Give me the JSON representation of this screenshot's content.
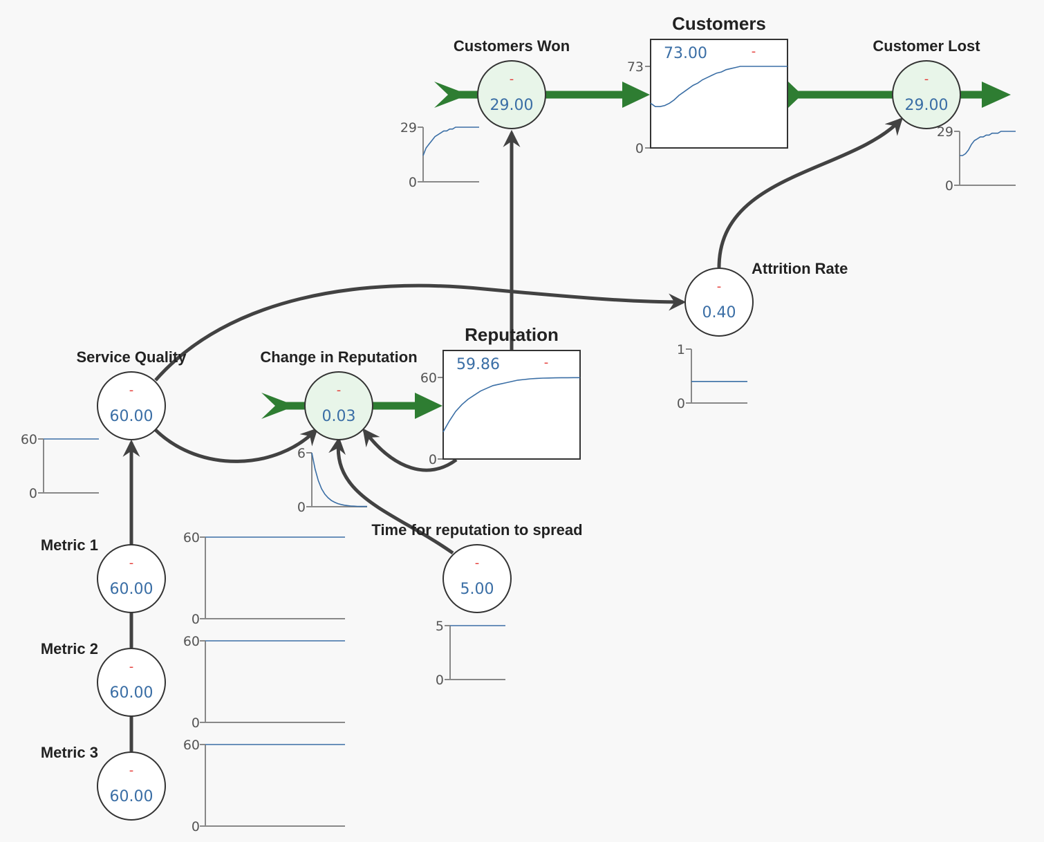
{
  "colors": {
    "flow": "#2e7d32",
    "link": "#424242",
    "series": "#3a6ea5",
    "dash": "#e53935",
    "flow_fill": "#e8f5e9"
  },
  "nodes": {
    "customers_won": {
      "label": "Customers Won",
      "value": "29.00",
      "status": "-"
    },
    "customers": {
      "label": "Customers",
      "value": "73.00",
      "status": "-"
    },
    "customer_lost": {
      "label": "Customer Lost",
      "value": "29.00",
      "status": "-"
    },
    "attrition_rate": {
      "label": "Attrition Rate",
      "value": "0.40",
      "status": "-"
    },
    "reputation": {
      "label": "Reputation",
      "value": "59.86",
      "status": "-"
    },
    "service_quality": {
      "label": "Service Quality",
      "value": "60.00",
      "status": "-"
    },
    "change_in_reputation": {
      "label": "Change in Reputation",
      "value": "0.03",
      "status": "-"
    },
    "time_for_reputation": {
      "label": "Time for reputation to spread",
      "value": "5.00",
      "status": "-"
    },
    "metric1": {
      "label": "Metric 1",
      "value": "60.00",
      "status": "-"
    },
    "metric2": {
      "label": "Metric 2",
      "value": "60.00",
      "status": "-"
    },
    "metric3": {
      "label": "Metric 3",
      "value": "60.00",
      "status": "-"
    }
  },
  "sparklines": {
    "customers": {
      "ymax": "73",
      "ymin": "0",
      "values": [
        40,
        37,
        37,
        38,
        40,
        43,
        47,
        50,
        53,
        56,
        58,
        61,
        63,
        65,
        67,
        68,
        70,
        71,
        72,
        73,
        73,
        73,
        73,
        73,
        73,
        73,
        73,
        73,
        73,
        73
      ]
    },
    "customers_won": {
      "ymax": "29",
      "ymin": "0",
      "values": [
        14,
        18,
        20,
        22,
        24,
        25,
        26,
        27,
        27,
        28,
        28,
        29,
        29,
        29,
        29,
        29,
        29,
        29,
        29,
        29
      ]
    },
    "customer_lost": {
      "ymax": "29",
      "ymin": "0",
      "values": [
        16,
        16,
        17,
        19,
        22,
        24,
        25,
        26,
        26,
        27,
        27,
        28,
        28,
        28,
        29,
        29,
        29,
        29,
        29,
        29
      ]
    },
    "attrition_rate": {
      "ymax": "1",
      "ymin": "0",
      "values": [
        0.4,
        0.4,
        0.4,
        0.4,
        0.4,
        0.4,
        0.4,
        0.4,
        0.4,
        0.4
      ]
    },
    "reputation": {
      "ymax": "60",
      "ymin": "0",
      "values": [
        20,
        28,
        35,
        40,
        44,
        47,
        50,
        52,
        54,
        55,
        56,
        57,
        58,
        58.5,
        59,
        59.3,
        59.5,
        59.6,
        59.7,
        59.8,
        59.8,
        59.86,
        59.86
      ]
    },
    "service_quality": {
      "ymax": "60",
      "ymin": "0",
      "values": [
        60,
        60,
        60,
        60,
        60,
        60
      ]
    },
    "change_in_reputation": {
      "ymax": "6",
      "ymin": "0",
      "values": [
        6,
        4.2,
        2.9,
        2,
        1.4,
        1,
        0.7,
        0.5,
        0.35,
        0.25,
        0.17,
        0.12,
        0.08,
        0.06,
        0.04,
        0.03,
        0.03,
        0.03
      ]
    },
    "time_for_reputation": {
      "ymax": "5",
      "ymin": "0",
      "values": [
        5,
        5,
        5,
        5,
        5
      ]
    },
    "metric1": {
      "ymax": "60",
      "ymin": "0",
      "values": [
        60,
        60,
        60,
        60,
        60
      ]
    },
    "metric2": {
      "ymax": "60",
      "ymin": "0",
      "values": [
        60,
        60,
        60,
        60,
        60
      ]
    },
    "metric3": {
      "ymax": "60",
      "ymin": "0",
      "values": [
        60,
        60,
        60,
        60,
        60
      ]
    }
  }
}
